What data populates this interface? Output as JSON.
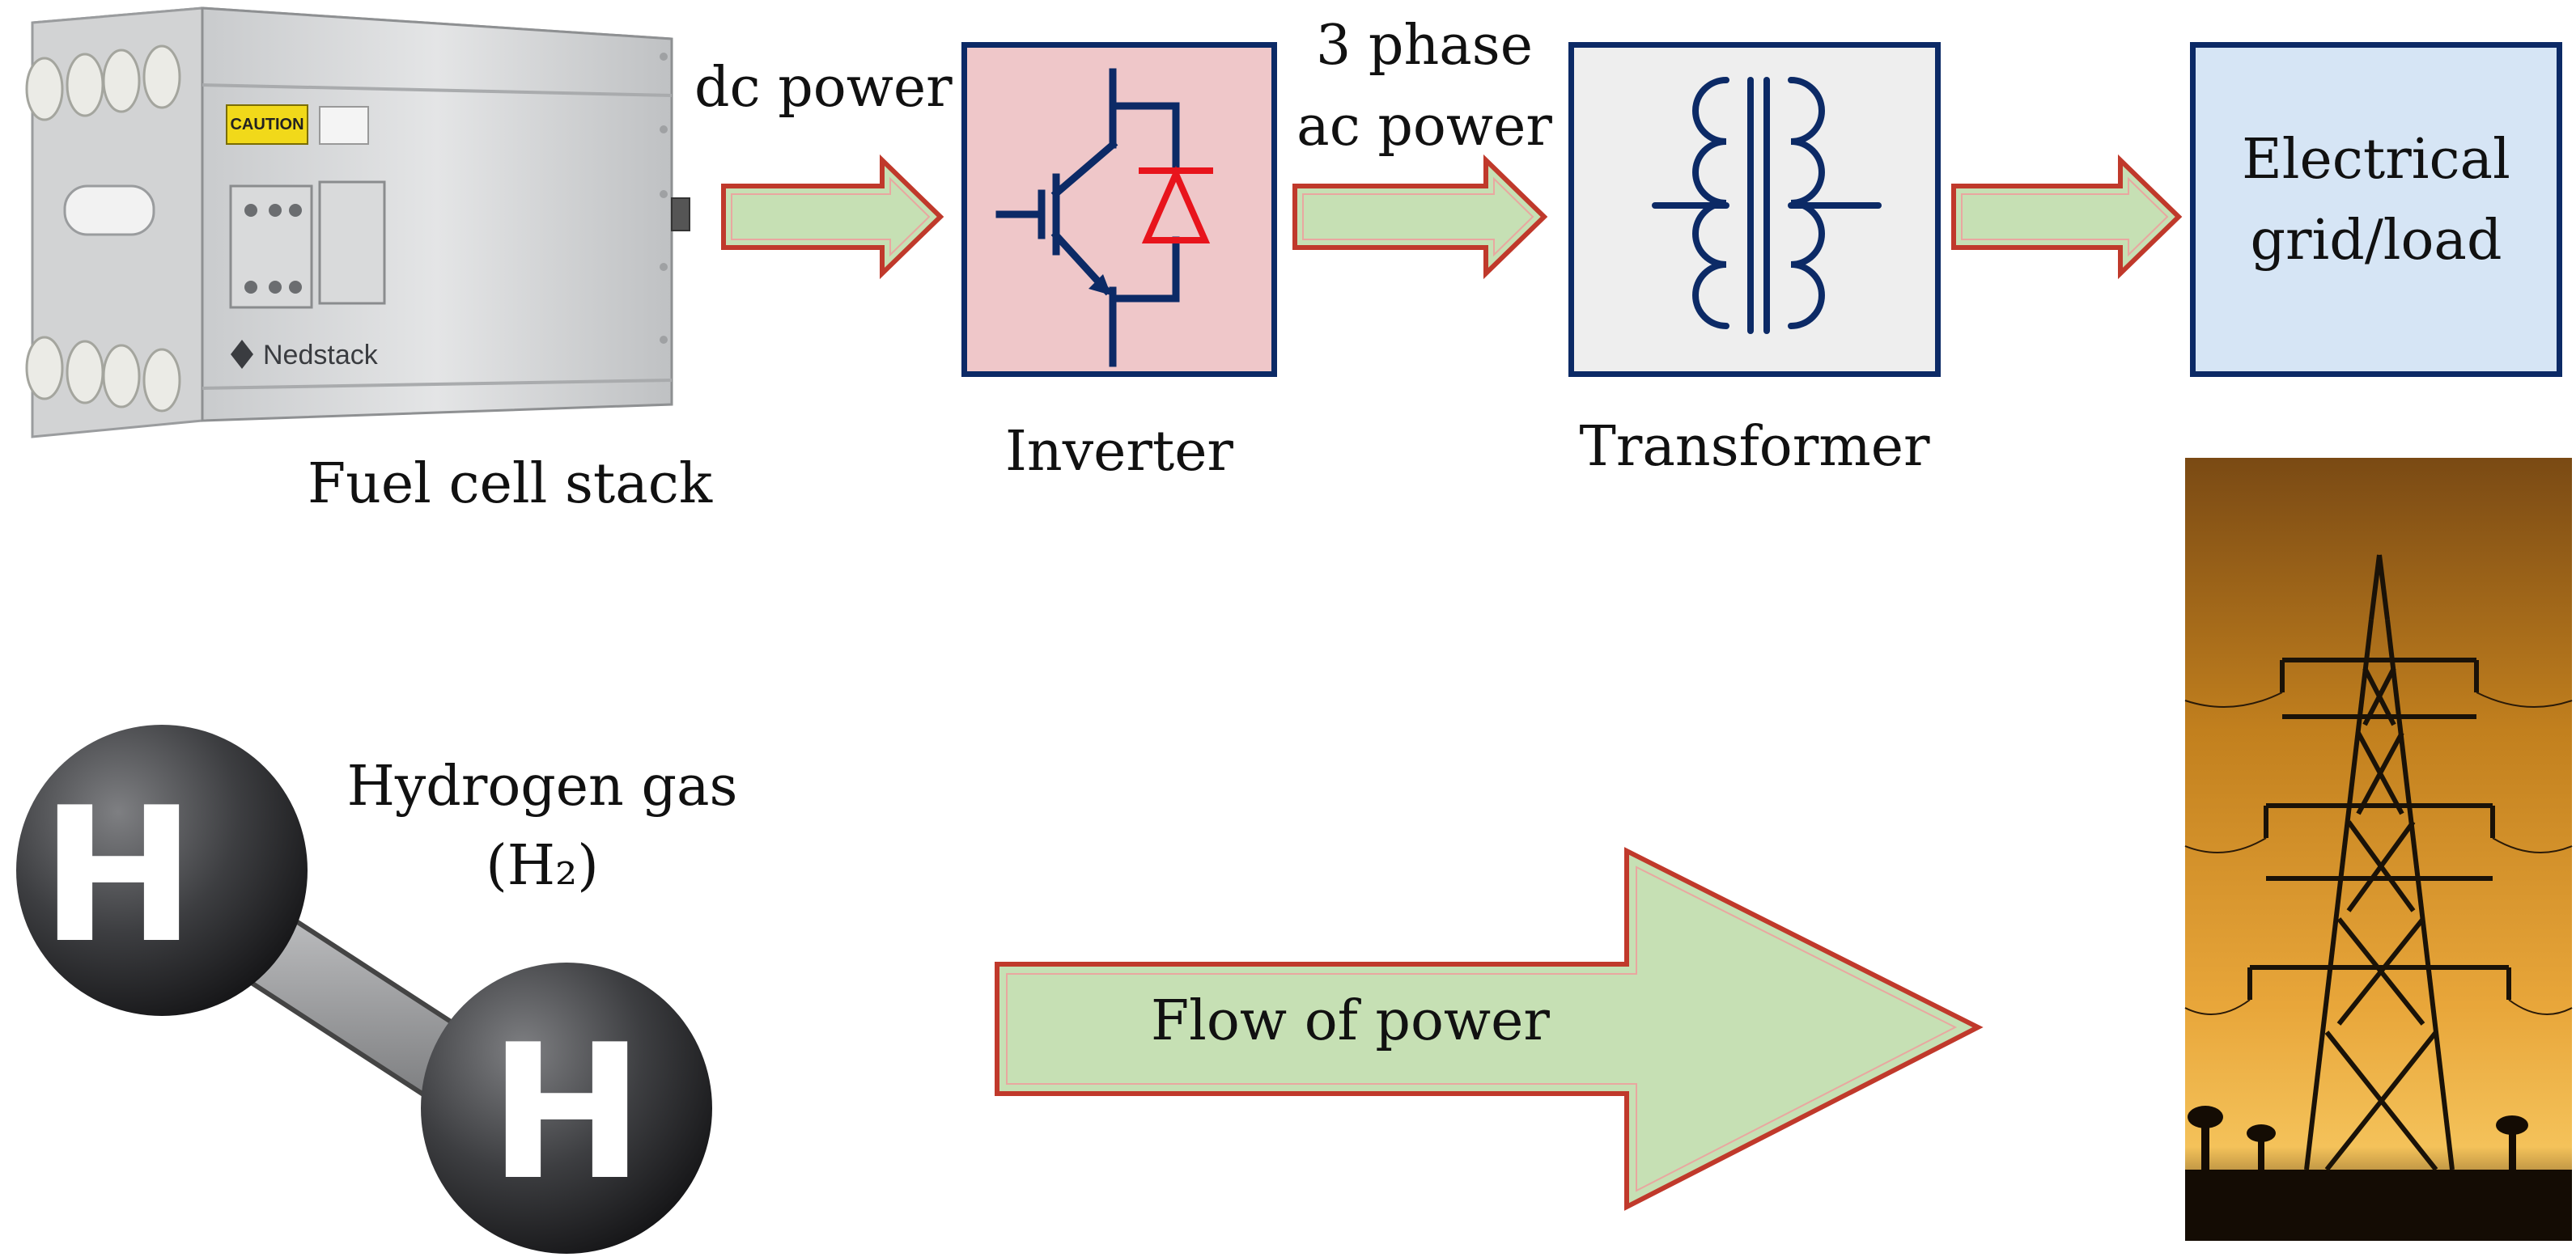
{
  "labels": {
    "fuel_cell_stack": "Fuel cell stack",
    "dc_power": "dc power",
    "three_phase_line1": "3 phase",
    "three_phase_line2": "ac power",
    "inverter": "Inverter",
    "transformer": "Transformer",
    "grid_line1": "Electrical",
    "grid_line2": "grid/load",
    "hydrogen_line1": "Hydrogen gas",
    "hydrogen_line2": "(H₂)",
    "flow_of_power": "Flow of power"
  },
  "fuel_cell": {
    "brand": "Nedstack",
    "caution": "CAUTION"
  },
  "molecule": {
    "atom_symbol": "H"
  },
  "colors": {
    "box_border": "#0c2a66",
    "inverter_fill": "#efc7c9",
    "transformer_fill": "#eeeeee",
    "grid_fill": "#d6e5f5",
    "arrow_fill": "#c6e0b4",
    "arrow_outline": "#c0392b",
    "diode_red": "#e8141c"
  },
  "icons": {
    "inverter_symbol": "igbt-with-diode-icon",
    "transformer_symbol": "transformer-coil-icon",
    "fuel_cell_image": "fuel-cell-stack-icon",
    "molecule_image": "hydrogen-molecule-icon",
    "tower_image": "transmission-tower-icon"
  }
}
